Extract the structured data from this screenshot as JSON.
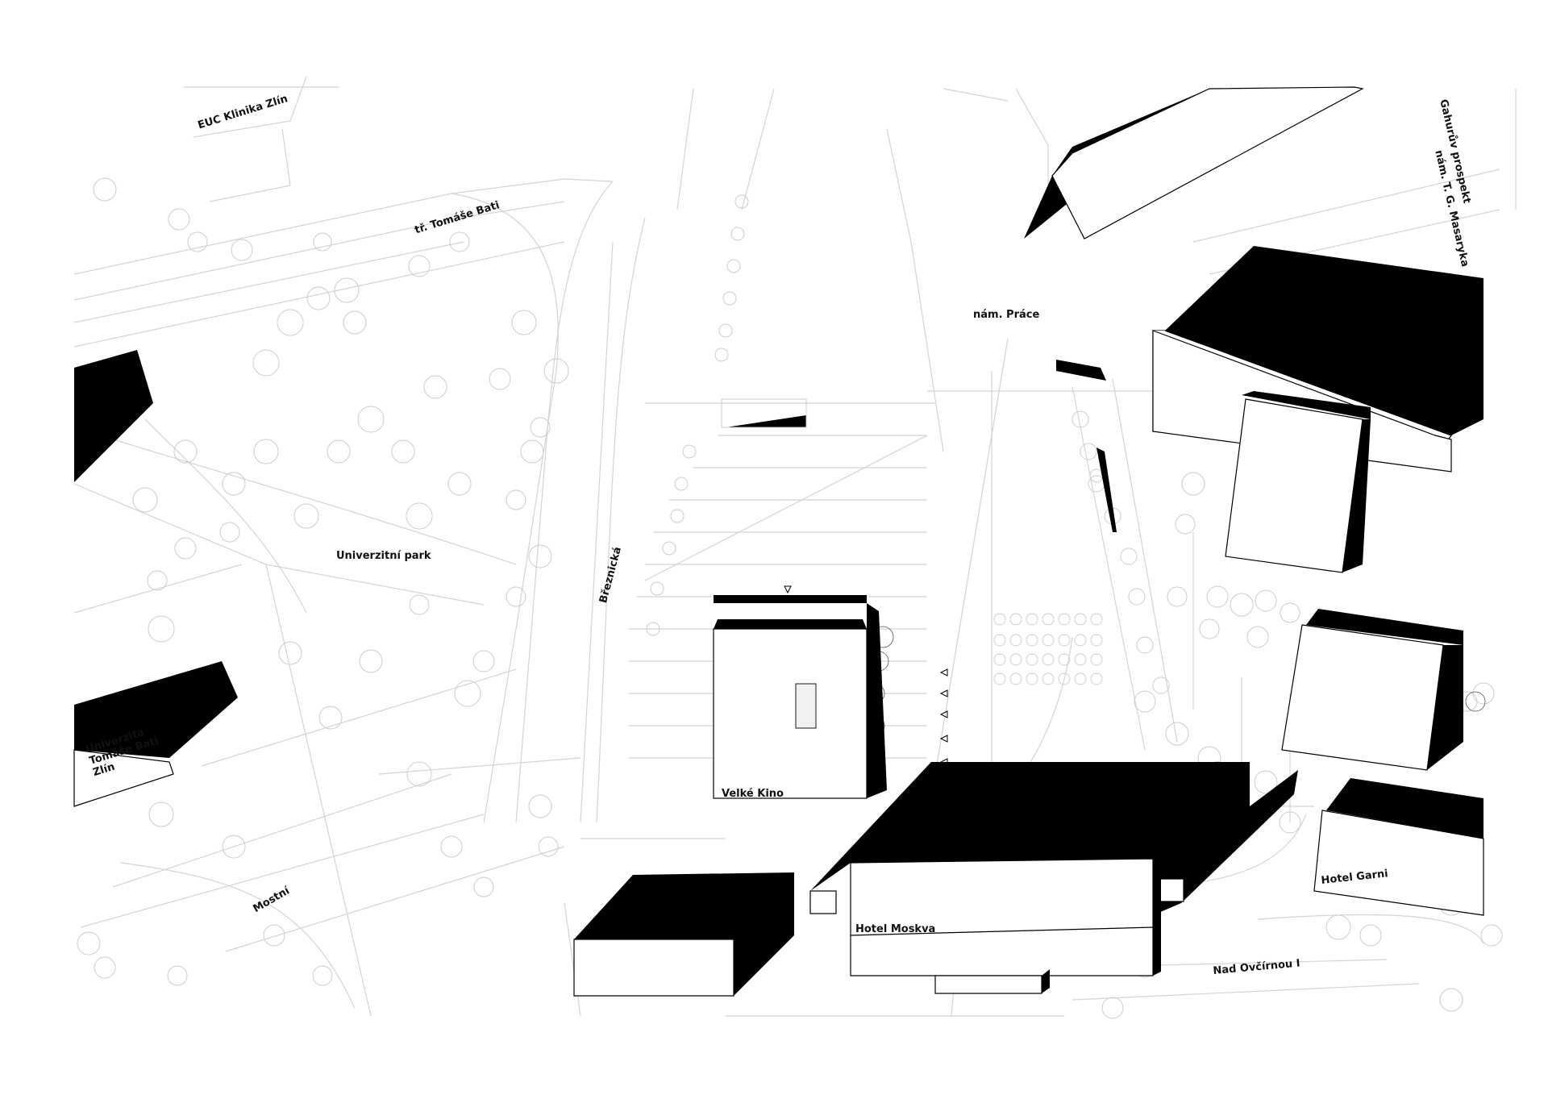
{
  "labels": {
    "euc_klinika": "EUC Klinika Zlín",
    "tr_tomase_bati": "tř. Tomáše Bati",
    "gahuruv_prospekt": "Gahurův prospekt",
    "nam_tg_masaryka": "nám. T. G. Masaryka",
    "nam_prace": "nám. Práce",
    "univerzitni_park": "Univerzitní park",
    "breznicka": "Březnická",
    "univerzita": "Univerzita\nTomáše Bati\nZlín",
    "velke_kino": "Velké Kino",
    "hotel_moskva": "Hotel Moskva",
    "hotel_garni": "Hotel Garni",
    "mostni": "Mostní",
    "nad_ovcirnou": "Nad Ovčírnou I"
  },
  "colors": {
    "building": "#000000",
    "building_face": "#ffffff",
    "linework": "#d2d2d2",
    "background": "#ffffff"
  }
}
